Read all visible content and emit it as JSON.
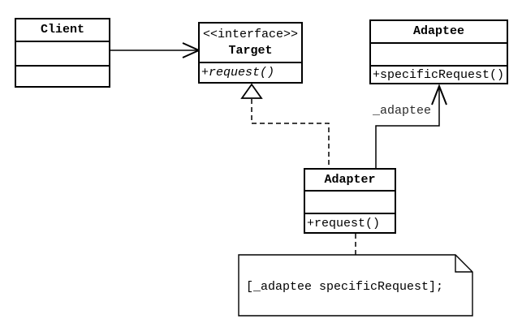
{
  "classes": {
    "client": {
      "name": "Client"
    },
    "target": {
      "stereotype": "<<interface>>",
      "name": "Target",
      "methods": [
        "+request()"
      ]
    },
    "adaptee": {
      "name": "Adaptee",
      "methods": [
        "+specificRequest()"
      ]
    },
    "adapter": {
      "name": "Adapter",
      "methods": [
        "+request()"
      ]
    }
  },
  "relationships": {
    "client_to_target": "association",
    "adapter_to_target": "realization",
    "adapter_to_adaptee": "association",
    "adaptee_role_label": "_adaptee"
  },
  "note": {
    "text": "[_adaptee specificRequest];"
  },
  "colors": {
    "line": "#000000",
    "background": "#ffffff",
    "note_fill": "#ffffff",
    "label_text": "#2b2b2b"
  }
}
